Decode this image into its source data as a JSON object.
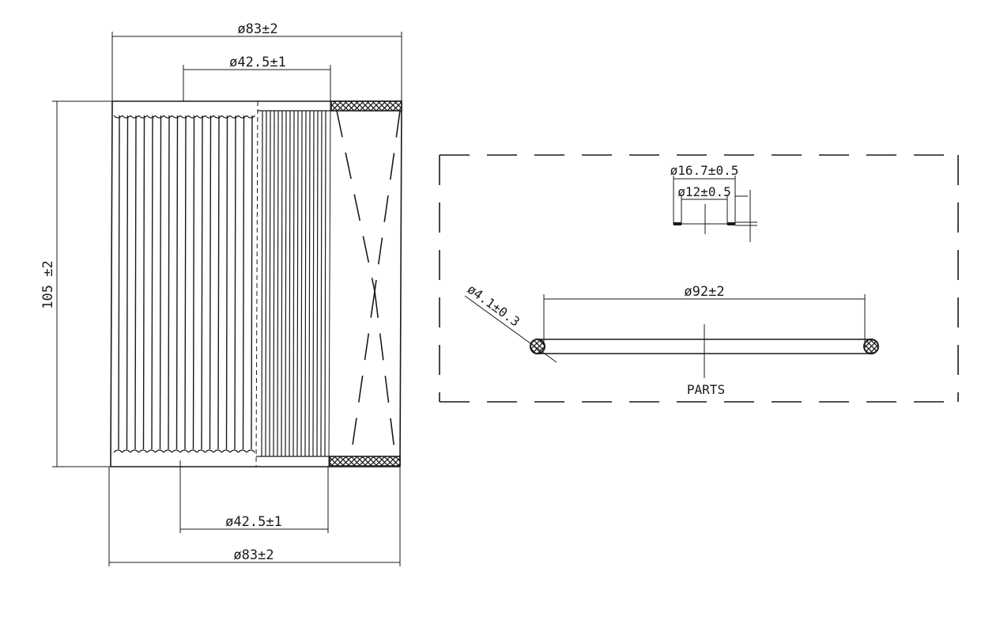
{
  "drawing": {
    "left_view": {
      "top_outer_diameter": "ø83±2",
      "top_inner_diameter": "ø42.5±1",
      "height": "105 ±2",
      "bottom_inner_diameter": "ø42.5±1",
      "bottom_outer_diameter": "ø83±2"
    },
    "parts_view": {
      "washer_outer_diameter": "ø16.7±0.5",
      "washer_inner_diameter": "ø12±0.5",
      "oring_cross_section": "ø4.1±0.3",
      "oring_diameter": "ø92±2",
      "label": "PARTS"
    }
  }
}
